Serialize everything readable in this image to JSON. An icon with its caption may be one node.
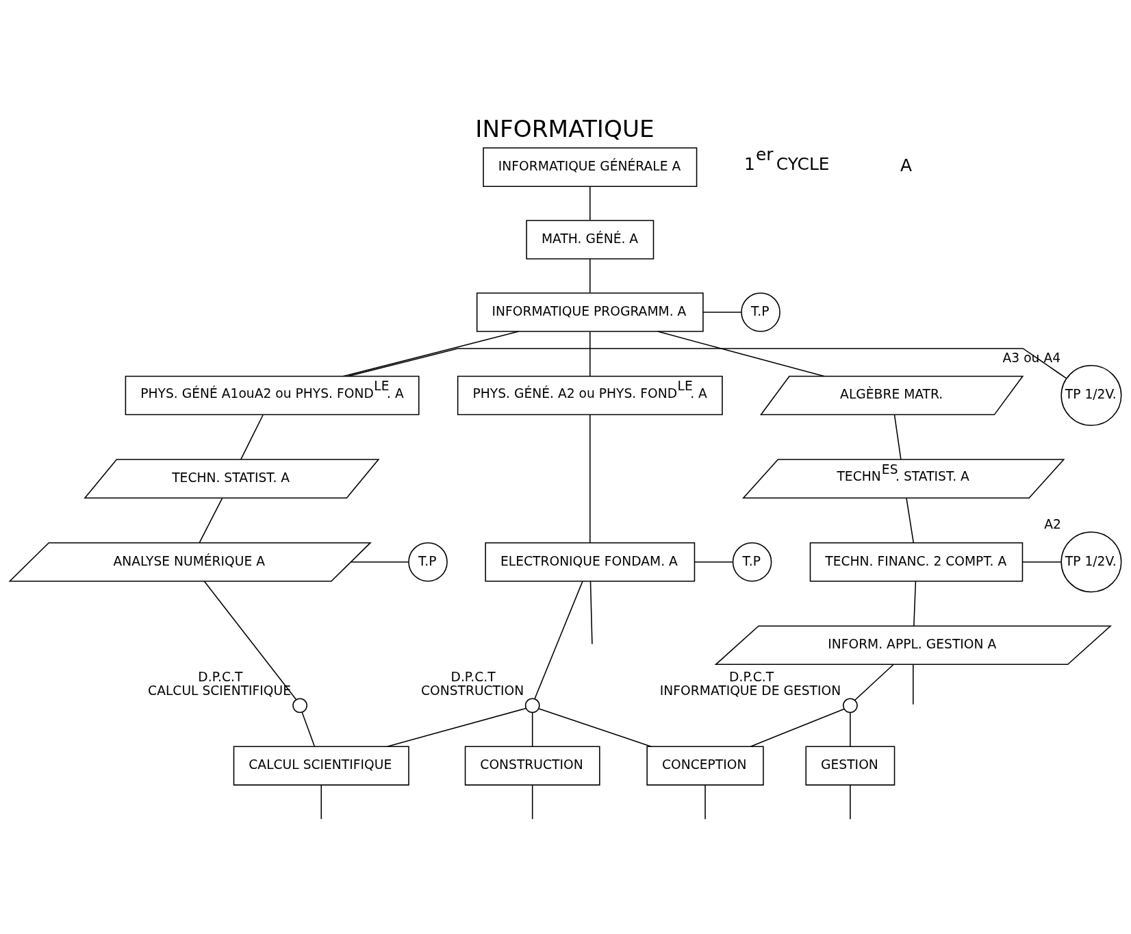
{
  "diagram": {
    "title": "INFORMATIQUE",
    "nodes": [
      {
        "text": [
          "INFORMATIQUE GÉNÉRALE A"
        ]
      },
      {
        "text": [
          "MATH. GÉNÉ. A"
        ]
      },
      {
        "text": [
          "INFORMATIQUE PROGRAMM. A"
        ]
      },
      {
        "text": [
          "T.P"
        ]
      },
      {
        "text": [
          "PHYS. GÉNÉ A1ouA2 ou PHYS. FOND$^{LE}$. A"
        ]
      },
      {
        "text": [
          "TP 1/2V."
        ],
        "beside": [
          "A3 ou A4"
        ]
      },
      {
        "text": [
          "TECHN. STATIST. A"
        ]
      },
      {
        "text": [
          "ANALYSE NUMÉRIQUE A"
        ]
      },
      {
        "text": [
          "T.P"
        ]
      },
      {
        "text": [
          "PHYS. GÉNÉ. A2 ou PHYS. FOND$^{LE}$. A"
        ]
      },
      {
        "text": [
          "ELECTRONIQUE FONDAM. A"
        ]
      },
      {
        "text": [
          "T.P"
        ]
      },
      {
        "text": [
          "ALGÈBRE MATR."
        ]
      },
      {
        "text": [
          "TECHN$^{ES}$. STATIST. A"
        ]
      },
      {
        "text": [
          "TECHN. FINANC. 2 COMPT. A"
        ]
      },
      {
        "text": [
          "TP 1/2V."
        ],
        "beside": [
          "A2"
        ]
      },
      {
        "text": [
          "INFORM. APPL. GESTION A"
        ]
      },
      {
        "text": [],
        "shape": "circle",
        "beside": [
          "D.P.C.T",
          "CALCUL SCIENTIFIQUE"
        ]
      },
      {
        "text": [],
        "shape": "circle",
        "beside": [
          "D.P.C.T",
          "CONSTRUCTION"
        ]
      },
      {
        "text": [],
        "shape": "circle",
        "beside": [
          "D.P.C.T",
          "INFORMATIQUE DE GESTION"
        ]
      },
      {
        "text": [
          "CALCUL SCIENTIFIQUE"
        ]
      },
      {
        "text": [
          "CONCEPTION"
        ]
      },
      {
        "text": [
          "CONSTRUCTION"
        ]
      },
      {
        "text": [
          "GESTION"
        ]
      }
    ],
    "edges": [
      {
        "from": 0,
        "to": 1,
        "arrow": "none"
      },
      {
        "from": 1,
        "to": 2,
        "arrow": "none"
      },
      {
        "from": 2,
        "to": 3,
        "arrow": "none"
      },
      {
        "from": 2,
        "to": 4,
        "arrow": "none"
      },
      {
        "from": 2,
        "to": 9,
        "arrow": "none"
      },
      {
        "from": 2,
        "to": 12,
        "arrow": "none"
      },
      {
        "from": 4,
        "to": 5,
        "arrow": "none"
      },
      {
        "from": 4,
        "to": 6,
        "arrow": "none"
      },
      {
        "from": 6,
        "to": 7,
        "arrow": "none"
      },
      {
        "from": 7,
        "to": 8,
        "arrow": "none"
      },
      {
        "from": 7,
        "to": 17,
        "arrow": "none"
      },
      {
        "from": 9,
        "to": 10,
        "arrow": "none"
      },
      {
        "from": 10,
        "to": 11,
        "arrow": "none"
      },
      {
        "from": 10,
        "to": null,
        "arrow": "none"
      },
      {
        "from": 10,
        "to": 18,
        "arrow": "none"
      },
      {
        "from": 12,
        "to": 13,
        "arrow": "none"
      },
      {
        "from": 13,
        "to": 14,
        "arrow": "none"
      },
      {
        "from": 14,
        "to": 15,
        "arrow": "none"
      },
      {
        "from": 14,
        "to": 16,
        "arrow": "none"
      },
      {
        "from": 16,
        "to": null,
        "arrow": "none"
      },
      {
        "from": 16,
        "to": 19,
        "arrow": "none"
      },
      {
        "from": 17,
        "to": 20,
        "arrow": "none"
      },
      {
        "from": 18,
        "to": 20,
        "arrow": "none"
      },
      {
        "from": 18,
        "to": 21,
        "arrow": "none"
      },
      {
        "from": 18,
        "to": 22,
        "arrow": "none"
      },
      {
        "from": 19,
        "to": 21,
        "arrow": "none"
      },
      {
        "from": 19,
        "to": 23,
        "arrow": "none"
      },
      {
        "from": 20,
        "to": null,
        "arrow": "none"
      },
      {
        "from": 21,
        "to": null,
        "arrow": "none"
      },
      {
        "from": 22,
        "to": null,
        "arrow": "none"
      },
      {
        "from": 23,
        "to": null,
        "arrow": "none"
      }
    ],
    "labels": [
      "1$^{er}$ CYCLE",
      "A"
    ]
  }
}
